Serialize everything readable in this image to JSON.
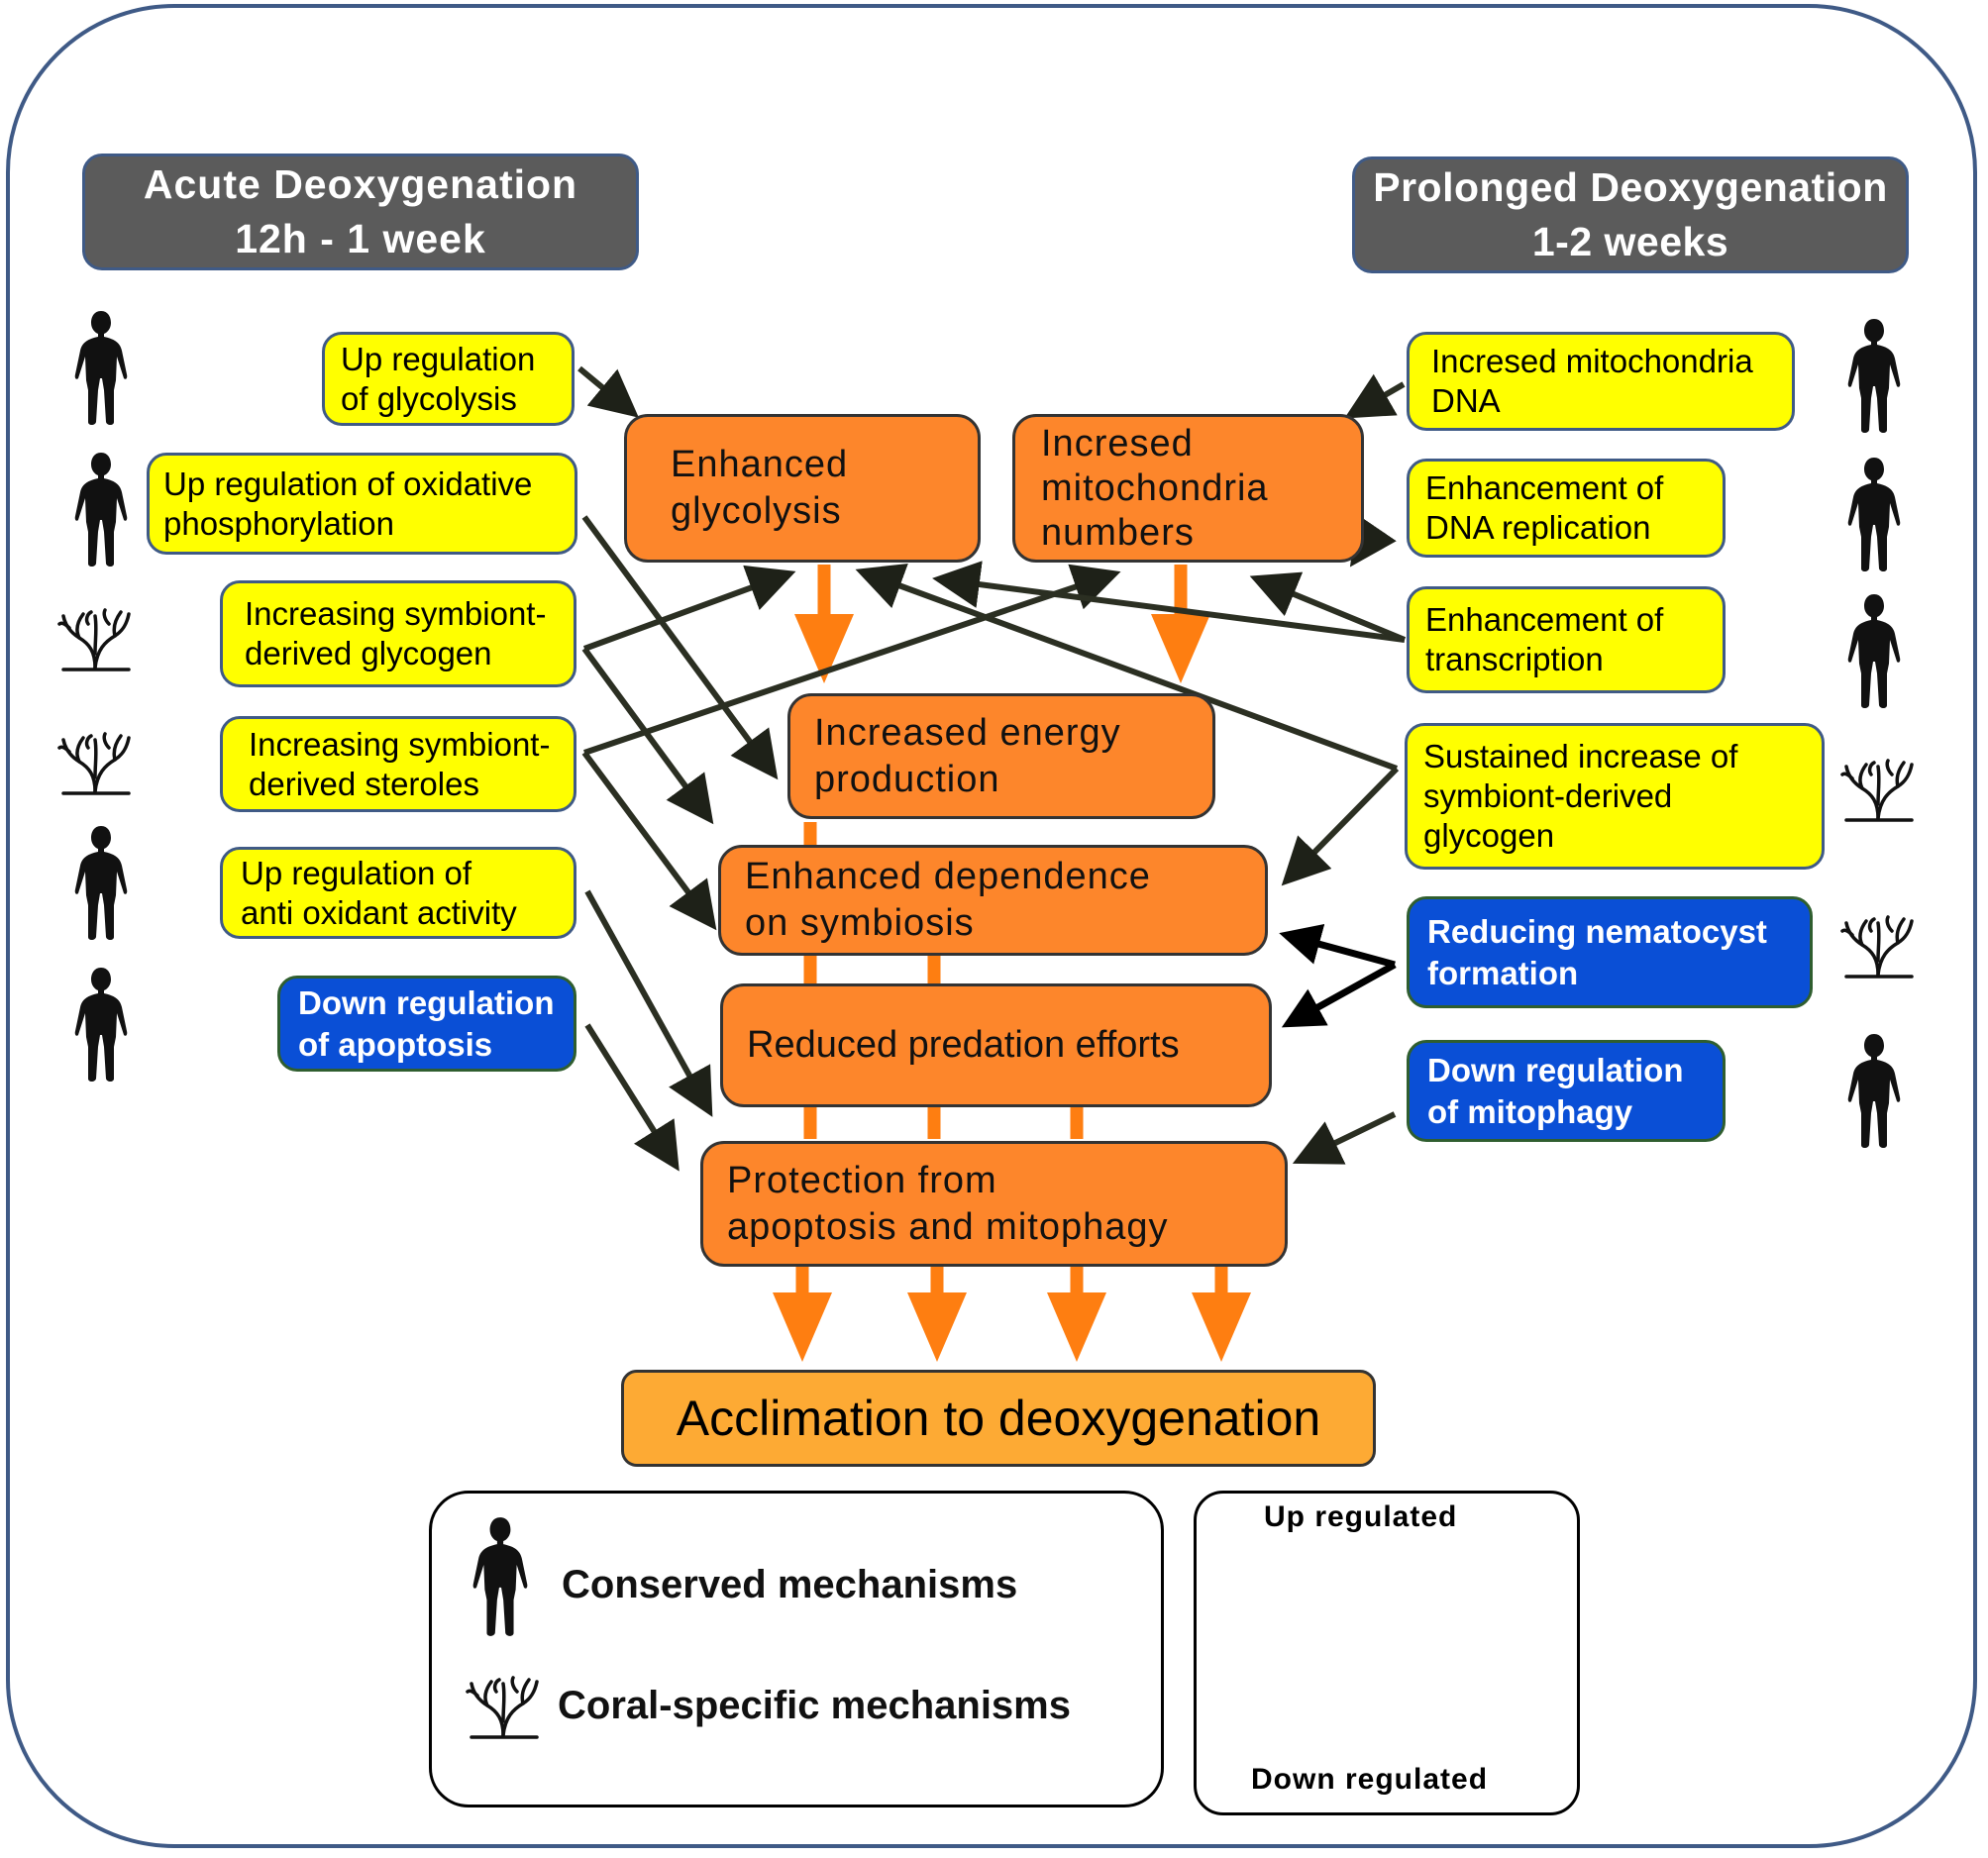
{
  "headers": {
    "acute": "Acute Deoxygenation\n12h - 1 week",
    "prolonged": "Prolonged Deoxygenation\n1-2 weeks"
  },
  "left_boxes": [
    {
      "text": "Up regulation\nof glycolysis",
      "color": "yellow",
      "icon": "human-icon"
    },
    {
      "text": "Up regulation of oxidative\nphosphorylation",
      "color": "yellow",
      "icon": "human-icon"
    },
    {
      "text": "Increasing symbiont-\nderived glycogen",
      "color": "yellow",
      "icon": "coral-icon"
    },
    {
      "text": "Increasing symbiont-\nderived steroles",
      "color": "yellow",
      "icon": "coral-icon"
    },
    {
      "text": "Up regulation of\nanti oxidant activity",
      "color": "yellow",
      "icon": "human-icon"
    },
    {
      "text": "Down regulation\nof apoptosis",
      "color": "blue",
      "icon": "human-icon"
    }
  ],
  "right_boxes": [
    {
      "text": "Incresed mitochondria\nDNA",
      "color": "yellow",
      "icon": "human-icon"
    },
    {
      "text": "Enhancement of\nDNA replication",
      "color": "yellow",
      "icon": "human-icon"
    },
    {
      "text": "Enhancement of\ntranscription",
      "color": "yellow",
      "icon": "human-icon"
    },
    {
      "text": "Sustained increase of\nsymbiont-derived\nglycogen",
      "color": "yellow",
      "icon": "coral-icon"
    },
    {
      "text": "Reducing nematocyst\nformation",
      "color": "blue",
      "icon": "coral-icon"
    },
    {
      "text": "Down regulation\nof mitophagy",
      "color": "blue",
      "icon": "human-icon"
    }
  ],
  "center_boxes": {
    "glycolysis": "Enhanced\nglycolysis",
    "mitochondria": "Incresed\nmitochondria\nnumbers",
    "energy": "Increased energy\nproduction",
    "symbiosis": "Enhanced dependence\non symbiosis",
    "predation": "Reduced predation efforts",
    "protection": "Protection from\napoptosis and mitophagy"
  },
  "outcome": "Acclimation to deoxygenation",
  "legend": {
    "conserved": "Conserved mechanisms",
    "coral": "Coral-specific mechanisms",
    "up": "Up regulated",
    "down": "Down regulated"
  },
  "colors": {
    "frame": "#3f5a86",
    "header": "#5b5b5b",
    "yellow": "#ffff00",
    "blue": "#0a4fd6",
    "orange": "#fd862b",
    "outcome": "#fdaa34",
    "arrow_orange": "#fe7e11",
    "arrow_dark": "#2b2f22"
  }
}
